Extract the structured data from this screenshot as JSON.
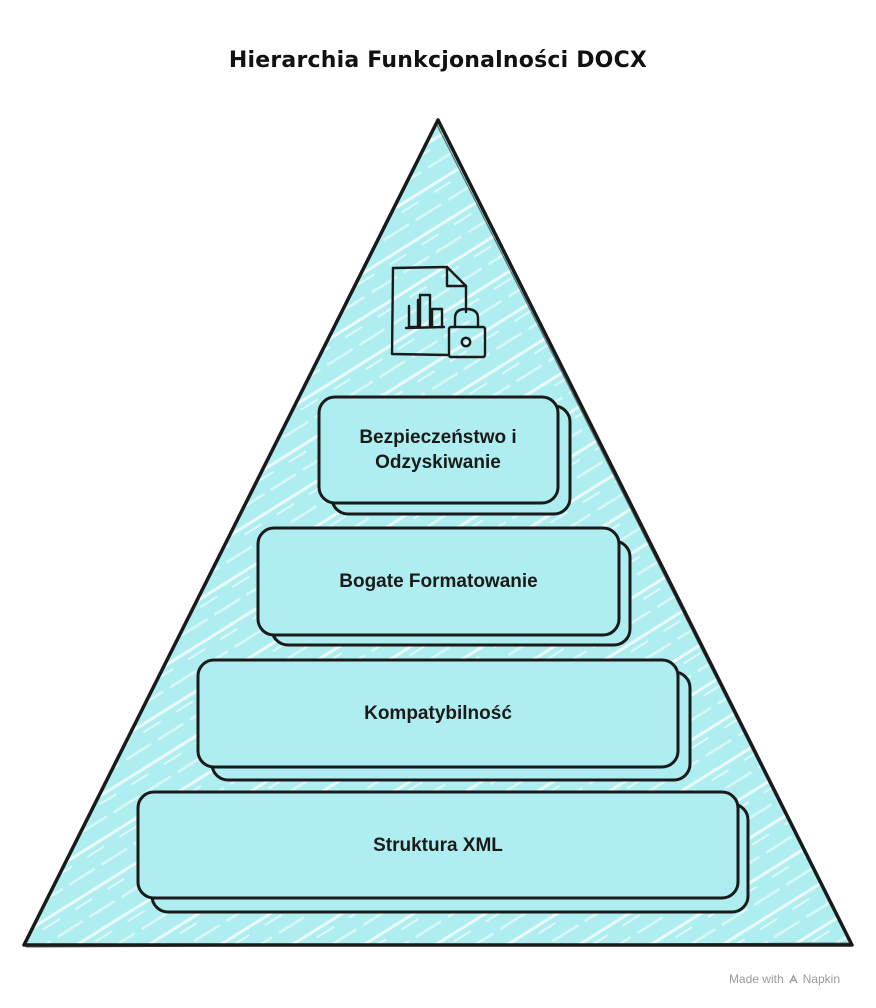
{
  "title": "Hierarchia Funkcjonalności DOCX",
  "colors": {
    "fill": "#aeeef0",
    "stroke": "#1a1a1a",
    "hatch": "#ffffff"
  },
  "icon": "document-chart-lock-icon",
  "levels": [
    {
      "label": "Bezpieczeństwo i Odzyskiwanie"
    },
    {
      "label": "Bogate Formatowanie"
    },
    {
      "label": "Kompatybilność"
    },
    {
      "label": "Struktura XML"
    }
  ],
  "footer": {
    "made_with": "Made with",
    "brand": "Napkin"
  }
}
